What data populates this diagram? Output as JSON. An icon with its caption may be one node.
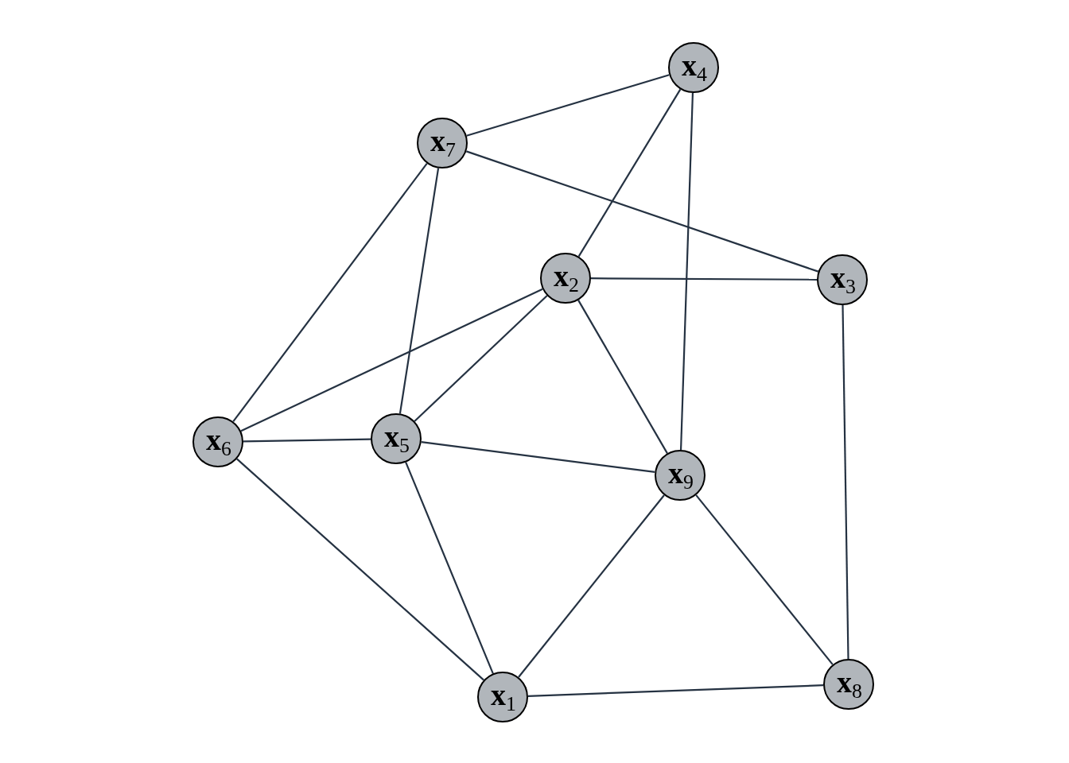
{
  "diagram": {
    "nodes": [
      {
        "text": [
          "**x**$_{4}$"
        ]
      },
      {
        "text": [
          "**x**$_{7}$"
        ]
      },
      {
        "text": [
          "**x**$_{2}$"
        ]
      },
      {
        "text": [
          "**x**$_{3}$"
        ]
      },
      {
        "text": [
          "**x**$_{6}$"
        ]
      },
      {
        "text": [
          "**x**$_{5}$"
        ]
      },
      {
        "text": [
          "**x**$_{9}$"
        ]
      },
      {
        "text": [
          "**x**$_{1}$"
        ]
      },
      {
        "text": [
          "**x**$_{8}$"
        ]
      }
    ],
    "edges": [
      {
        "from": 0,
        "to": 1,
        "arrow": "none"
      },
      {
        "from": 0,
        "to": 2,
        "arrow": "none"
      },
      {
        "from": 0,
        "to": 6,
        "arrow": "none"
      },
      {
        "from": 1,
        "to": 3,
        "arrow": "none"
      },
      {
        "from": 1,
        "to": 4,
        "arrow": "none"
      },
      {
        "from": 1,
        "to": 5,
        "arrow": "none"
      },
      {
        "from": 2,
        "to": 3,
        "arrow": "none"
      },
      {
        "from": 2,
        "to": 4,
        "arrow": "none"
      },
      {
        "from": 2,
        "to": 5,
        "arrow": "none"
      },
      {
        "from": 2,
        "to": 6,
        "arrow": "none"
      },
      {
        "from": 3,
        "to": 8,
        "arrow": "none"
      },
      {
        "from": 4,
        "to": 5,
        "arrow": "none"
      },
      {
        "from": 4,
        "to": 7,
        "arrow": "none"
      },
      {
        "from": 5,
        "to": 6,
        "arrow": "none"
      },
      {
        "from": 5,
        "to": 7,
        "arrow": "none"
      },
      {
        "from": 6,
        "to": 7,
        "arrow": "none"
      },
      {
        "from": 6,
        "to": 8,
        "arrow": "none"
      },
      {
        "from": 7,
        "to": 8,
        "arrow": "none"
      }
    ]
  }
}
